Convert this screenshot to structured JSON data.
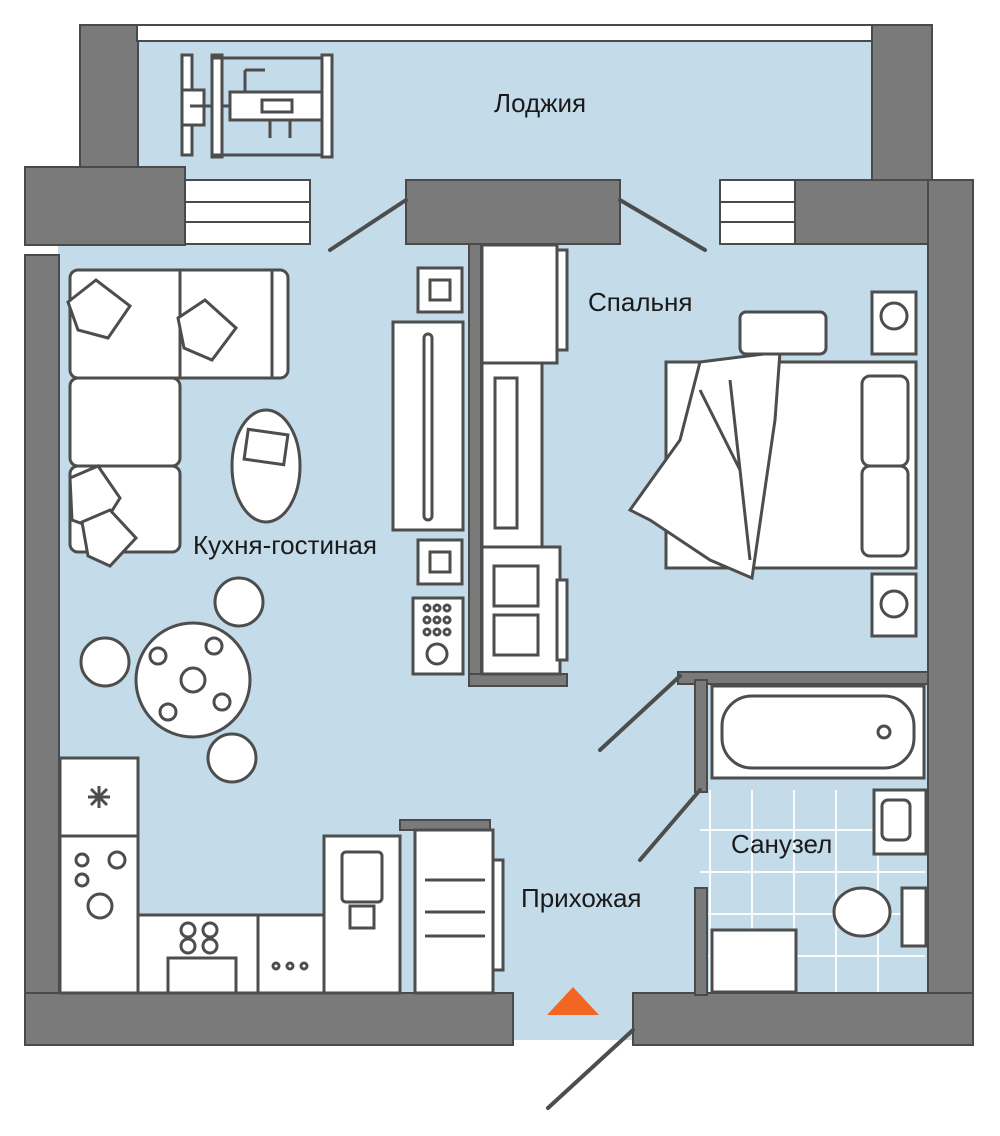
{
  "rooms": {
    "loggia": "Лоджия",
    "bedroom": "Спальня",
    "kitchen_living": "Кухня-гостиная",
    "hallway": "Прихожая",
    "bathroom": "Санузел"
  },
  "colors": {
    "floor": "#c4dbe9",
    "wall": "#7a7a7b",
    "wall_stroke": "#4a4a4a",
    "furniture": "#ffffff",
    "line": "#4d4d4d",
    "tile_grid": "#ffffff",
    "entrance": "#f26522"
  }
}
